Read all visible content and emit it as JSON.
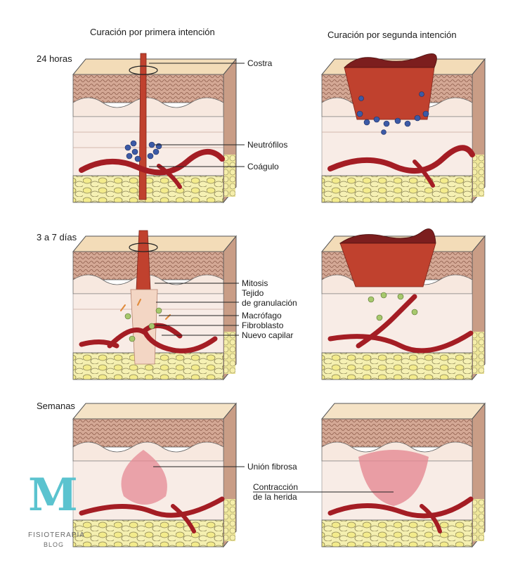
{
  "titles": {
    "left": "Curación por primera intención",
    "right": "Curación por segunda intención"
  },
  "rows": [
    {
      "label": "24 horas"
    },
    {
      "label": "3 a 7 días"
    },
    {
      "label": "Semanas"
    }
  ],
  "annotations": {
    "costra": "Costra",
    "neutrofilos": "Neutrófilos",
    "coagulo": "Coágulo",
    "mitosis": "Mitosis",
    "tejido_line1": "Tejido",
    "tejido_line2": "de granulación",
    "macrofago": "Macrófago",
    "fibroblasto": "Fibroblasto",
    "nuevo_capilar": "Nuevo capilar",
    "union_fibrosa": "Unión fibrosa",
    "contraccion_line1": "Contracción",
    "contraccion_line2": "de la herida"
  },
  "logo": {
    "letter": "M",
    "line1": "FISIOTERAPIA",
    "line2": "BLOG"
  },
  "colors": {
    "skin_top": "#f3dcb8",
    "epidermis": "#c79a86",
    "dermis": "#f6e4da",
    "fat": "#f1ec9c",
    "wound": "#c0412e",
    "scab": "#7c1e1e",
    "vessel": "#a41d24",
    "neutrophil": "#3c5aa6",
    "scar": "#e58a94"
  }
}
